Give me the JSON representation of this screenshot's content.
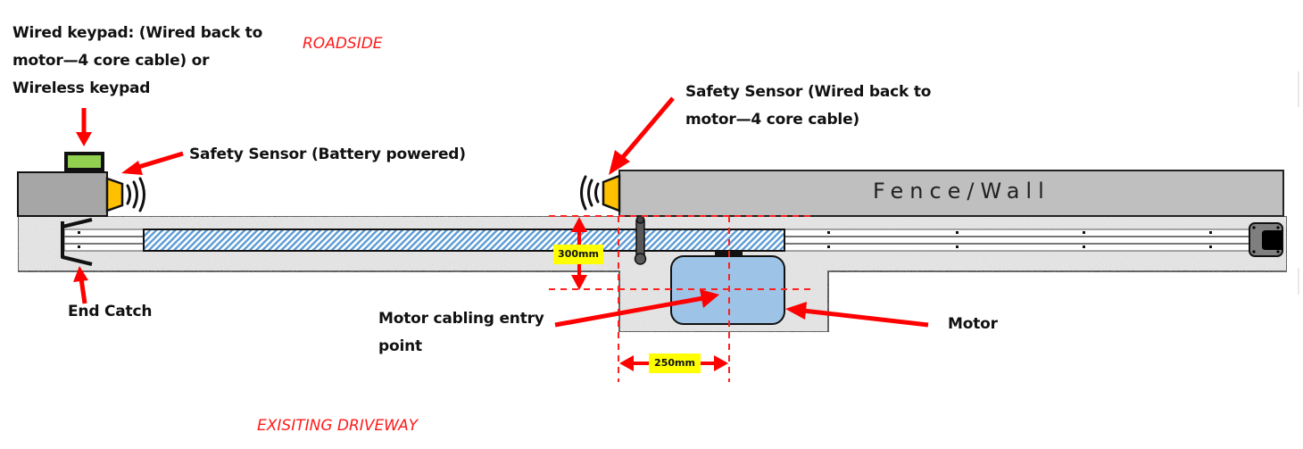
{
  "diagram": {
    "zones": {
      "roadside": "ROADSIDE",
      "driveway": "EXISITING DRIVEWAY"
    },
    "labels": {
      "keypad_line1": "Wired keypad: (Wired back to",
      "keypad_line2": "motor—4 core cable) or",
      "keypad_line3": "Wireless keypad",
      "sensor_battery": "Safety Sensor (Battery powered)",
      "sensor_wired_line1": "Safety Sensor (Wired back to",
      "sensor_wired_line2": "motor—4 core cable)",
      "end_catch": "End Catch",
      "cabling_line1": "Motor cabling entry",
      "cabling_line2": "point",
      "motor": "Motor",
      "fence": "Fence/Wall"
    },
    "dimensions": {
      "depth": "300mm",
      "offset": "250mm"
    },
    "colors": {
      "arrow": "#ff0000",
      "dashed_guide": "#ff2020",
      "keypad": "#92d050",
      "sensor": "#ffc000",
      "gate_hatch": "#5b9bd5",
      "motor": "#9dc3e6",
      "post": "#a6a6a6",
      "fence": "#bfbfbf",
      "concrete": "#e6e6e6",
      "dimension_badge": "#ffff00"
    }
  }
}
